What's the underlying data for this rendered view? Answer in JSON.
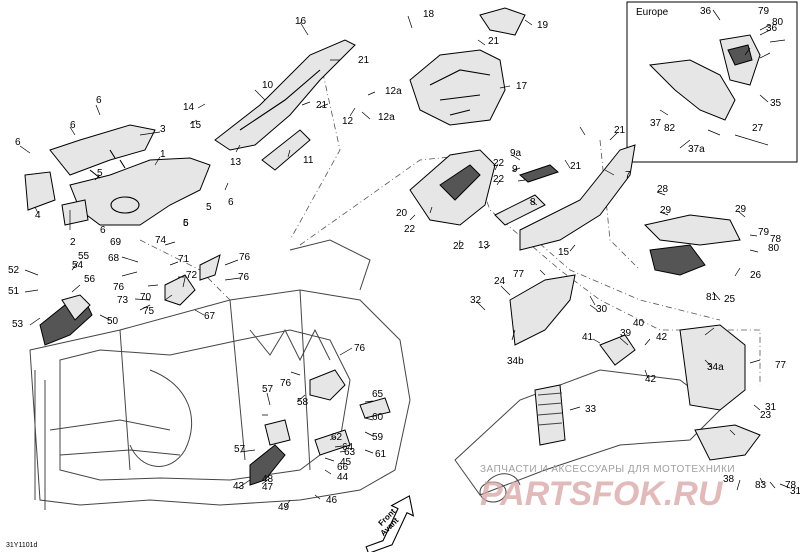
{
  "callouts": [
    "1",
    "2",
    "3",
    "4",
    "5",
    "6",
    "7",
    "8",
    "9",
    "9a",
    "10",
    "11",
    "12",
    "12a",
    "13",
    "14",
    "15",
    "16",
    "17",
    "18",
    "19",
    "20",
    "21",
    "22",
    "23",
    "24",
    "25",
    "26",
    "27",
    "28",
    "29",
    "30",
    "31",
    "32",
    "33",
    "34a",
    "34b",
    "35",
    "36",
    "37",
    "37a",
    "38",
    "39",
    "40",
    "41",
    "42",
    "43",
    "44",
    "45",
    "46",
    "47",
    "48",
    "49",
    "50",
    "51",
    "52",
    "53",
    "54",
    "55",
    "56",
    "57",
    "58",
    "59",
    "60",
    "61",
    "62",
    "63",
    "64",
    "65",
    "66",
    "67",
    "68",
    "69",
    "70",
    "71",
    "72",
    "73",
    "74",
    "75",
    "76",
    "77",
    "78",
    "79",
    "80",
    "81",
    "82",
    "83"
  ],
  "inset": {
    "title": "Europe"
  },
  "arrow": {
    "line1": "Front",
    "line2": "Avant"
  },
  "figure_code": "31Y1101d",
  "watermark": {
    "top": "ЗАПЧАСТИ И АКСЕССУАРЫ ДЛЯ МОТОТЕХНИКИ",
    "main": "PARTSFOK.RU"
  }
}
